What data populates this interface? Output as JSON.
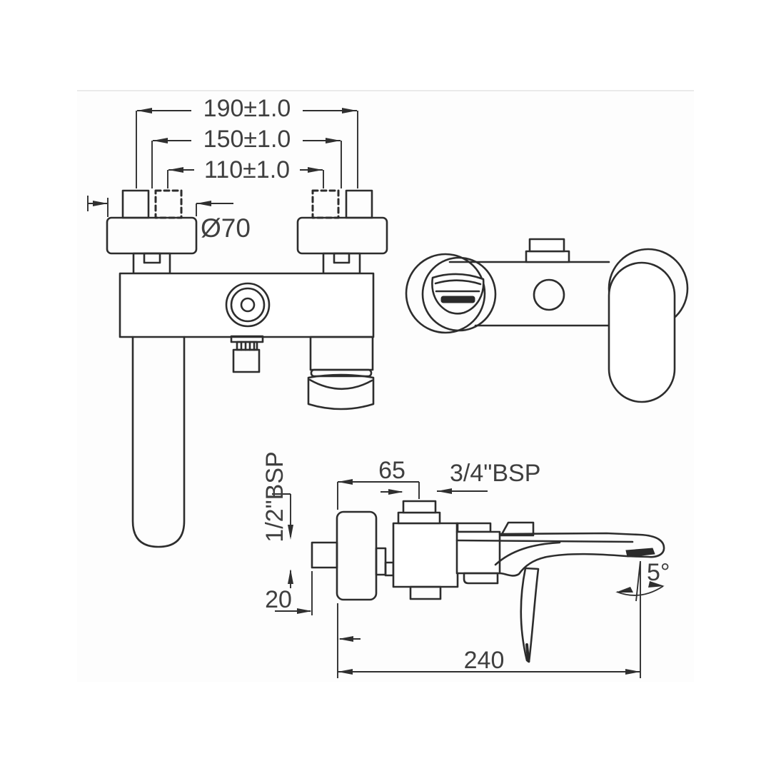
{
  "drawing": {
    "title": "wall-mounted bath shower mixer technical drawing"
  },
  "front_view": {
    "dim_width_outer": "190±1.0",
    "dim_width_mid": "150±1.0",
    "dim_width_inner": "110±1.0",
    "dim_flange_diameter": "Ø70"
  },
  "side_view": {
    "dim_body_depth": "65",
    "dim_top_connector": "3/4\"BSP",
    "dim_inlet_connector": "1/2\"BSP",
    "dim_inlet_projection": "20",
    "dim_total_projection": "240",
    "dim_spout_angle": "5°"
  },
  "colors": {
    "line": "#2d2d2d",
    "text": "#3f3f3f",
    "panel": "#fdfdfd",
    "panel_edge": "#e4e4e4"
  }
}
